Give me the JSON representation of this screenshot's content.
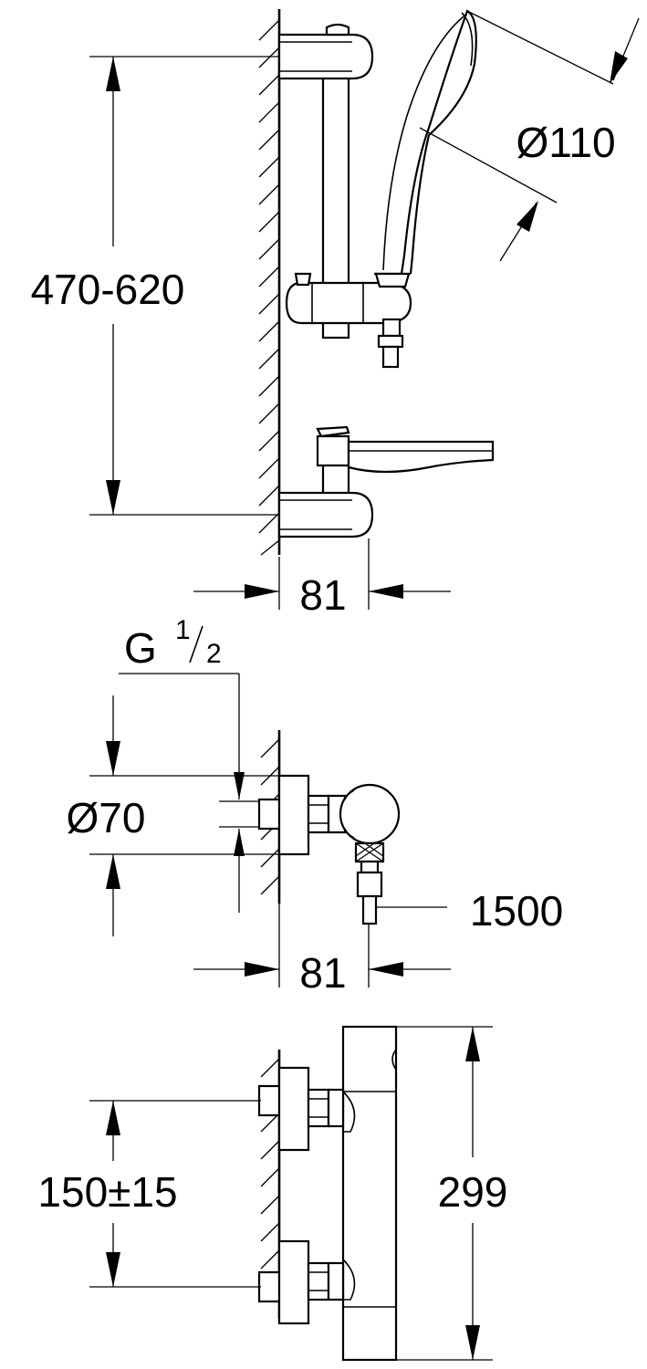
{
  "dimensions": {
    "bar_height": "470-620",
    "handshower_diameter": "Ø110",
    "bar_projection": "81",
    "thread_prefix": "G",
    "thread_numerator": "1",
    "thread_denominator": "2",
    "escutcheon_diameter": "Ø70",
    "hose_length": "1500",
    "mixer_projection": "81",
    "connection_centres": "150±15",
    "mixer_height": "299"
  }
}
